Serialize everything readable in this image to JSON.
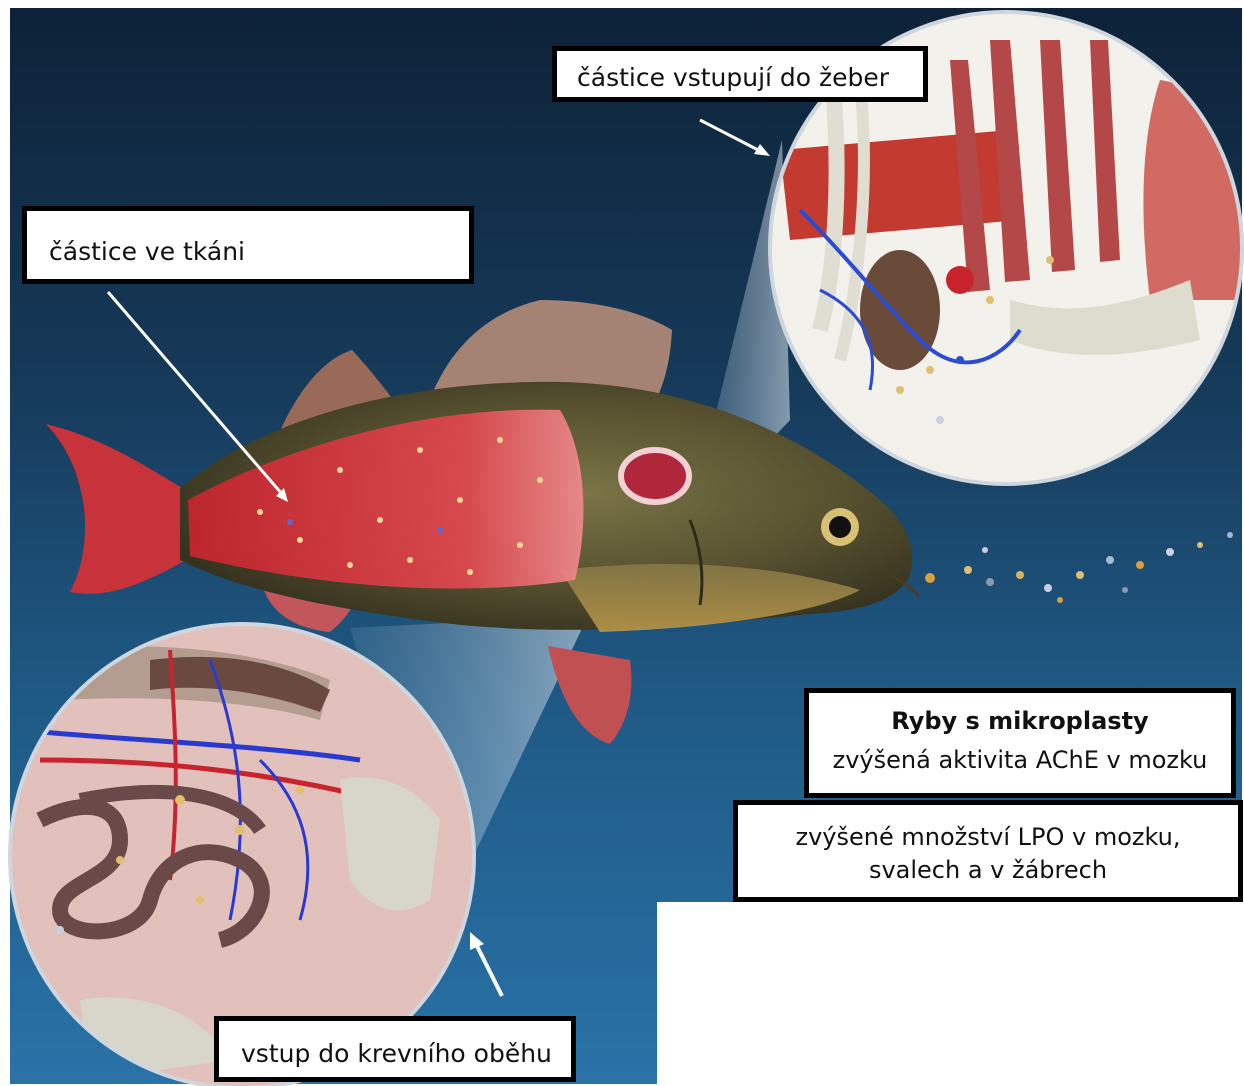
{
  "labels": {
    "gills": "částice vstupují do žeber",
    "tissue": "částice ve tkáni",
    "blood": "vstup do krevního oběhu"
  },
  "effects": {
    "title": "Ryby s mikroplasty",
    "line1": "zvýšená aktivita AChE v mozku",
    "line2a": "zvýšené množství LPO v mozku,",
    "line2b": "svalech a v žábrech"
  },
  "colors": {
    "background_top": "#0d2238",
    "background_bottom": "#2a72a8",
    "fish_body": "#5e5a3a",
    "muscle_highlight": "#d8343c",
    "arrow": "#ffffff"
  }
}
